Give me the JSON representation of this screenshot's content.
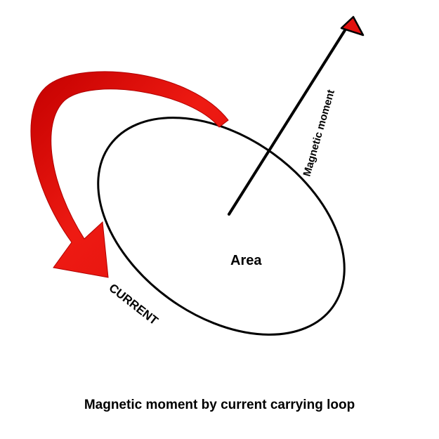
{
  "labels": {
    "moment": "Magnetic moment",
    "area": "Area",
    "current": "CURRENT"
  },
  "caption": "Magnetic moment by current carrying loop",
  "colors": {
    "current_arrow": "#e0110f",
    "current_arrow_edge": "#b00000",
    "loop": "#000000",
    "moment_arrow": "#000000",
    "moment_arrowhead": "#e0110f",
    "background": "#ffffff"
  }
}
